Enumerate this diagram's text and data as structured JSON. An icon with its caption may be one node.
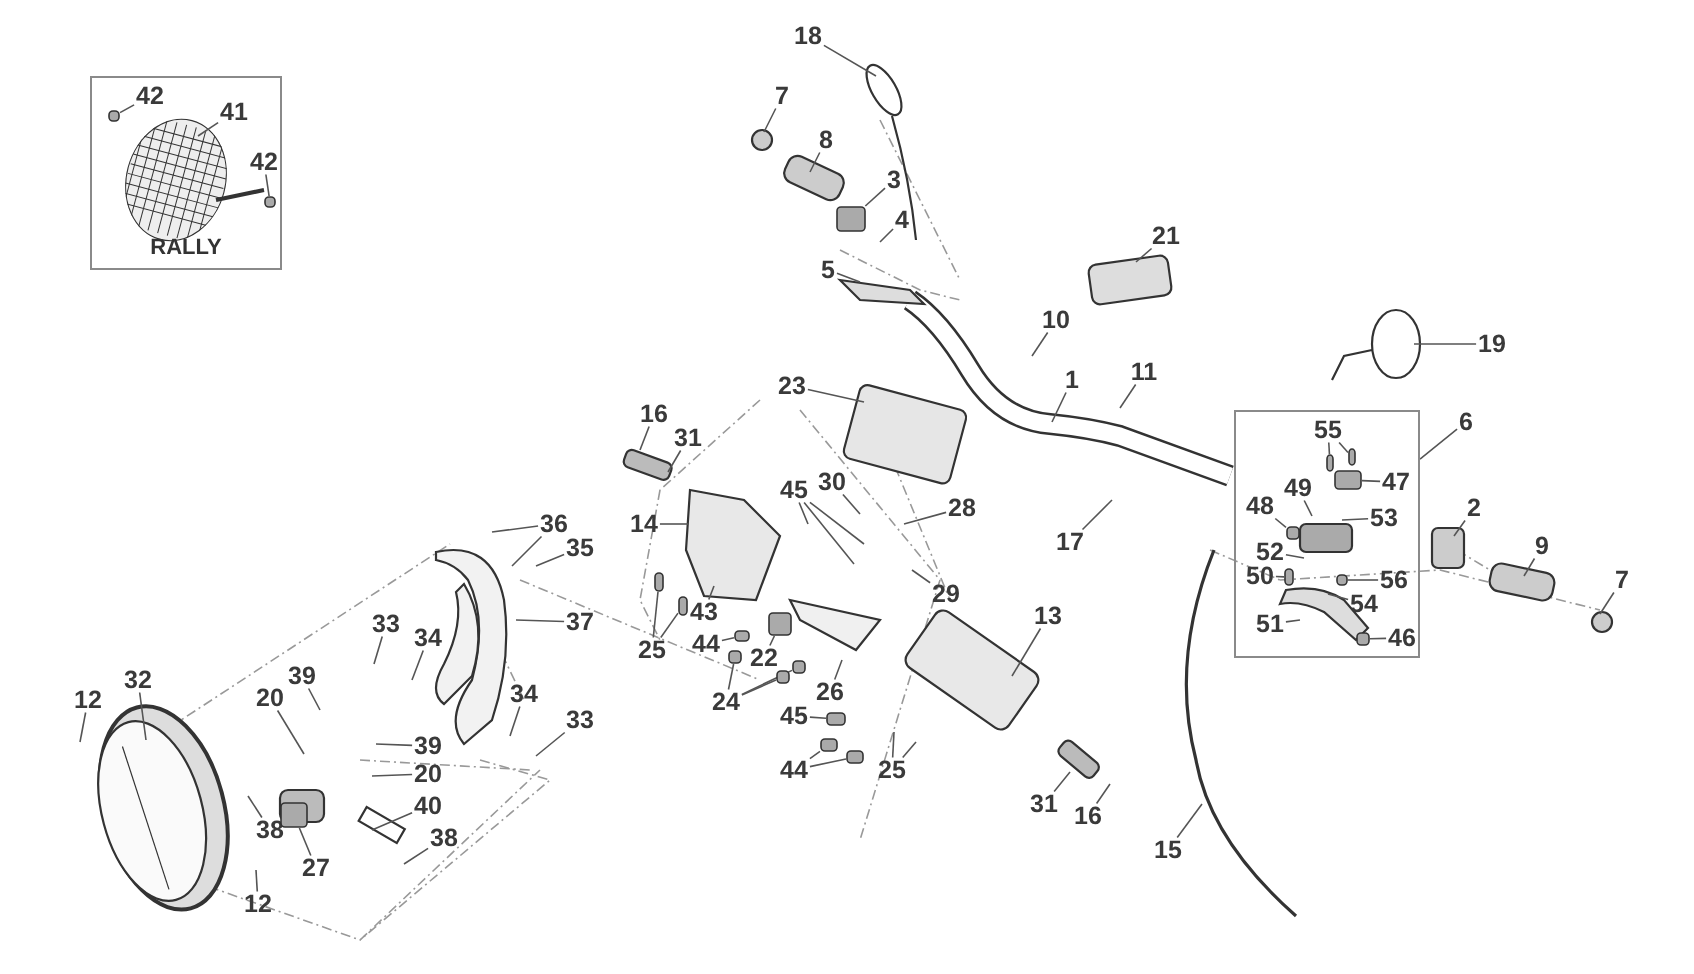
{
  "diagram": {
    "nodes": [
      {
        "text": [
          "RALLY"
        ]
      },
      {
        "text": [
          "42"
        ],
        "in": 0
      },
      {
        "text": [
          "41"
        ],
        "in": 0
      },
      {
        "text": [
          "42"
        ],
        "in": 0
      },
      {
        "text": [
          "18"
        ]
      },
      {
        "text": [
          "7"
        ]
      },
      {
        "text": [
          "8"
        ]
      },
      {
        "text": [
          "3"
        ]
      },
      {
        "text": [
          "4"
        ]
      },
      {
        "text": [
          "5"
        ]
      },
      {
        "text": [
          "21"
        ]
      },
      {
        "text": [
          "10"
        ]
      },
      {
        "text": [
          "19"
        ]
      },
      {
        "text": [
          "1"
        ]
      },
      {
        "text": [
          "11"
        ]
      },
      {
        "text": [
          "23"
        ]
      },
      {
        "text": [
          "6"
        ]
      },
      {
        "text": [],
        "shape": "box"
      },
      {
        "text": [
          "55"
        ],
        "in": 17
      },
      {
        "text": [
          "16"
        ]
      },
      {
        "text": [
          "31"
        ]
      },
      {
        "text": [
          "47"
        ],
        "in": 17
      },
      {
        "text": [
          "45"
        ]
      },
      {
        "text": [
          "30"
        ]
      },
      {
        "text": [
          "48"
        ],
        "in": 17
      },
      {
        "text": [
          "49"
        ],
        "in": 17
      },
      {
        "text": [
          "53"
        ],
        "in": 17
      },
      {
        "text": [
          "2"
        ]
      },
      {
        "text": [
          "28"
        ]
      },
      {
        "text": [
          "14"
        ]
      },
      {
        "text": [
          "36"
        ]
      },
      {
        "text": [
          "35"
        ]
      },
      {
        "text": [
          "17"
        ]
      },
      {
        "text": [
          "9"
        ]
      },
      {
        "text": [
          "52"
        ],
        "in": 17
      },
      {
        "text": [
          "50"
        ],
        "in": 17
      },
      {
        "text": [
          "56"
        ],
        "in": 17
      },
      {
        "text": [
          "54"
        ],
        "in": 17
      },
      {
        "text": [
          "7"
        ]
      },
      {
        "text": [
          "29"
        ]
      },
      {
        "text": [
          "13"
        ]
      },
      {
        "text": [
          "37"
        ]
      },
      {
        "text": [
          "33"
        ]
      },
      {
        "text": [
          "34"
        ]
      },
      {
        "text": [
          "51"
        ],
        "in": 17
      },
      {
        "text": [
          "46"
        ],
        "in": 17
      },
      {
        "text": [
          "25"
        ]
      },
      {
        "text": [
          "43"
        ]
      },
      {
        "text": [
          "44"
        ]
      },
      {
        "text": [
          "22"
        ]
      },
      {
        "text": [
          "24"
        ]
      },
      {
        "text": [
          "26"
        ]
      },
      {
        "text": [
          "39"
        ]
      },
      {
        "text": [
          "32"
        ]
      },
      {
        "text": [
          "20"
        ]
      },
      {
        "text": [
          "12"
        ]
      },
      {
        "text": [
          "34"
        ]
      },
      {
        "text": [
          "33"
        ]
      },
      {
        "text": [
          "45"
        ]
      },
      {
        "text": [
          "39"
        ]
      },
      {
        "text": [
          "20"
        ]
      },
      {
        "text": [
          "44"
        ]
      },
      {
        "text": [
          "25"
        ]
      },
      {
        "text": [
          "40"
        ]
      },
      {
        "text": [
          "38"
        ]
      },
      {
        "text": [
          "38"
        ]
      },
      {
        "text": [
          "27"
        ]
      },
      {
        "text": [
          "12"
        ]
      },
      {
        "text": [
          "31"
        ]
      },
      {
        "text": [
          "16"
        ]
      },
      {
        "text": [
          "15"
        ]
      },
      {
        "text": [],
        "shape": "box",
        "in": 0
      },
      {
        "text": [],
        "shape": "box",
        "in": 0
      },
      {
        "text": [],
        "shape": "box"
      },
      {
        "text": [],
        "shape": "box",
        "in": 17
      },
      {
        "text": [],
        "shape": "box",
        "in": 17
      },
      {
        "text": [],
        "shape": "box",
        "in": 17
      },
      {
        "text": [],
        "shape": "box"
      },
      {
        "text": [],
        "shape": "box"
      },
      {
        "text": [],
        "shape": "box"
      },
      {
        "text": [],
        "shape": "box"
      },
      {
        "text": [],
        "shape": "box"
      },
      {
        "text": [],
        "shape": "box"
      },
      {
        "text": [],
        "shape": "box"
      },
      {
        "text": [],
        "shape": "box"
      },
      {
        "text": [],
        "shape": "box"
      },
      {
        "text": [],
        "shape": "box",
        "in": 17
      },
      {
        "text": [],
        "shape": "box"
      },
      {
        "text": [],
        "shape": "box"
      },
      {
        "text": [],
        "shape": "box",
        "in": 17
      },
      {
        "text": [],
        "shape": "box",
        "in": 17
      },
      {
        "text": [],
        "shape": "box",
        "in": 17
      }
    ],
    "edges": [
      {
        "from": 1,
        "to": 71,
        "arrow": "none"
      },
      {
        "from": 2,
        "to": null,
        "arrow": "none"
      },
      {
        "from": 3,
        "to": 72,
        "arrow": "none"
      },
      {
        "from": 4,
        "to": null,
        "arrow": "none"
      },
      {
        "from": 5,
        "to": null,
        "arrow": "none"
      },
      {
        "from": 6,
        "to": null,
        "arrow": "none"
      },
      {
        "from": 7,
        "to": 73,
        "arrow": "none"
      },
      {
        "from": 8,
        "to": null,
        "arrow": "none"
      },
      {
        "from": 9,
        "to": null,
        "arrow": "none"
      },
      {
        "from": 10,
        "to": null,
        "arrow": "none"
      },
      {
        "from": 11,
        "to": null,
        "arrow": "none"
      },
      {
        "from": 12,
        "to": null,
        "arrow": "none"
      },
      {
        "from": 13,
        "to": null,
        "arrow": "none"
      },
      {
        "from": 14,
        "to": null,
        "arrow": "none"
      },
      {
        "from": 15,
        "to": null,
        "arrow": "none"
      },
      {
        "from": 16,
        "to": 17,
        "arrow": "none"
      },
      {
        "from": 18,
        "to": 89,
        "arrow": "none"
      },
      {
        "from": 18,
        "to": 90,
        "arrow": "none"
      },
      {
        "from": 19,
        "to": null,
        "arrow": "none"
      },
      {
        "from": 20,
        "to": null,
        "arrow": "none"
      },
      {
        "from": 21,
        "to": 91,
        "arrow": "none"
      },
      {
        "from": 22,
        "to": null,
        "arrow": "none"
      },
      {
        "from": 22,
        "to": null,
        "arrow": "none"
      },
      {
        "from": 22,
        "to": null,
        "arrow": "none"
      },
      {
        "from": 23,
        "to": null,
        "arrow": "none"
      },
      {
        "from": 24,
        "to": 86,
        "arrow": "none"
      },
      {
        "from": 25,
        "to": null,
        "arrow": "none"
      },
      {
        "from": 26,
        "to": null,
        "arrow": "none"
      },
      {
        "from": 27,
        "to": null,
        "arrow": "none"
      },
      {
        "from": 28,
        "to": null,
        "arrow": "none"
      },
      {
        "from": 29,
        "to": null,
        "arrow": "none"
      },
      {
        "from": 30,
        "to": null,
        "arrow": "none"
      },
      {
        "from": 30,
        "to": null,
        "arrow": "none"
      },
      {
        "from": 31,
        "to": null,
        "arrow": "none"
      },
      {
        "from": 32,
        "to": null,
        "arrow": "none"
      },
      {
        "from": 33,
        "to": null,
        "arrow": "none"
      },
      {
        "from": 34,
        "to": null,
        "arrow": "none"
      },
      {
        "from": 35,
        "to": 74,
        "arrow": "none"
      },
      {
        "from": 36,
        "to": 75,
        "arrow": "none"
      },
      {
        "from": 37,
        "to": null,
        "arrow": "none"
      },
      {
        "from": 38,
        "to": null,
        "arrow": "none"
      },
      {
        "from": 39,
        "to": null,
        "arrow": "none"
      },
      {
        "from": 40,
        "to": null,
        "arrow": "none"
      },
      {
        "from": 41,
        "to": null,
        "arrow": "none"
      },
      {
        "from": 42,
        "to": null,
        "arrow": "none"
      },
      {
        "from": 43,
        "to": null,
        "arrow": "none"
      },
      {
        "from": 44,
        "to": null,
        "arrow": "none"
      },
      {
        "from": 45,
        "to": 76,
        "arrow": "none"
      },
      {
        "from": 46,
        "to": 77,
        "arrow": "none"
      },
      {
        "from": 46,
        "to": 78,
        "arrow": "none"
      },
      {
        "from": 47,
        "to": null,
        "arrow": "none"
      },
      {
        "from": 48,
        "to": 84,
        "arrow": "none"
      },
      {
        "from": 49,
        "to": 85,
        "arrow": "none"
      },
      {
        "from": 50,
        "to": 79,
        "arrow": "none"
      },
      {
        "from": 50,
        "to": 80,
        "arrow": "none"
      },
      {
        "from": 50,
        "to": 81,
        "arrow": "none"
      },
      {
        "from": 51,
        "to": null,
        "arrow": "none"
      },
      {
        "from": 52,
        "to": null,
        "arrow": "none"
      },
      {
        "from": 53,
        "to": null,
        "arrow": "none"
      },
      {
        "from": 54,
        "to": null,
        "arrow": "none"
      },
      {
        "from": 55,
        "to": null,
        "arrow": "none"
      },
      {
        "from": 56,
        "to": null,
        "arrow": "none"
      },
      {
        "from": 57,
        "to": null,
        "arrow": "none"
      },
      {
        "from": 58,
        "to": 87,
        "arrow": "none"
      },
      {
        "from": 59,
        "to": null,
        "arrow": "none"
      },
      {
        "from": 60,
        "to": null,
        "arrow": "none"
      },
      {
        "from": 61,
        "to": 82,
        "arrow": "none"
      },
      {
        "from": 61,
        "to": 83,
        "arrow": "none"
      },
      {
        "from": 62,
        "to": null,
        "arrow": "none"
      },
      {
        "from": 62,
        "to": null,
        "arrow": "none"
      },
      {
        "from": 63,
        "to": null,
        "arrow": "none"
      },
      {
        "from": 64,
        "to": null,
        "arrow": "none"
      },
      {
        "from": 65,
        "to": null,
        "arrow": "none"
      },
      {
        "from": 66,
        "to": 88,
        "arrow": "none"
      },
      {
        "from": 67,
        "to": null,
        "arrow": "none"
      },
      {
        "from": 68,
        "to": null,
        "arrow": "none"
      },
      {
        "from": 69,
        "to": null,
        "arrow": "none"
      },
      {
        "from": 70,
        "to": null,
        "arrow": "none"
      }
    ]
  }
}
